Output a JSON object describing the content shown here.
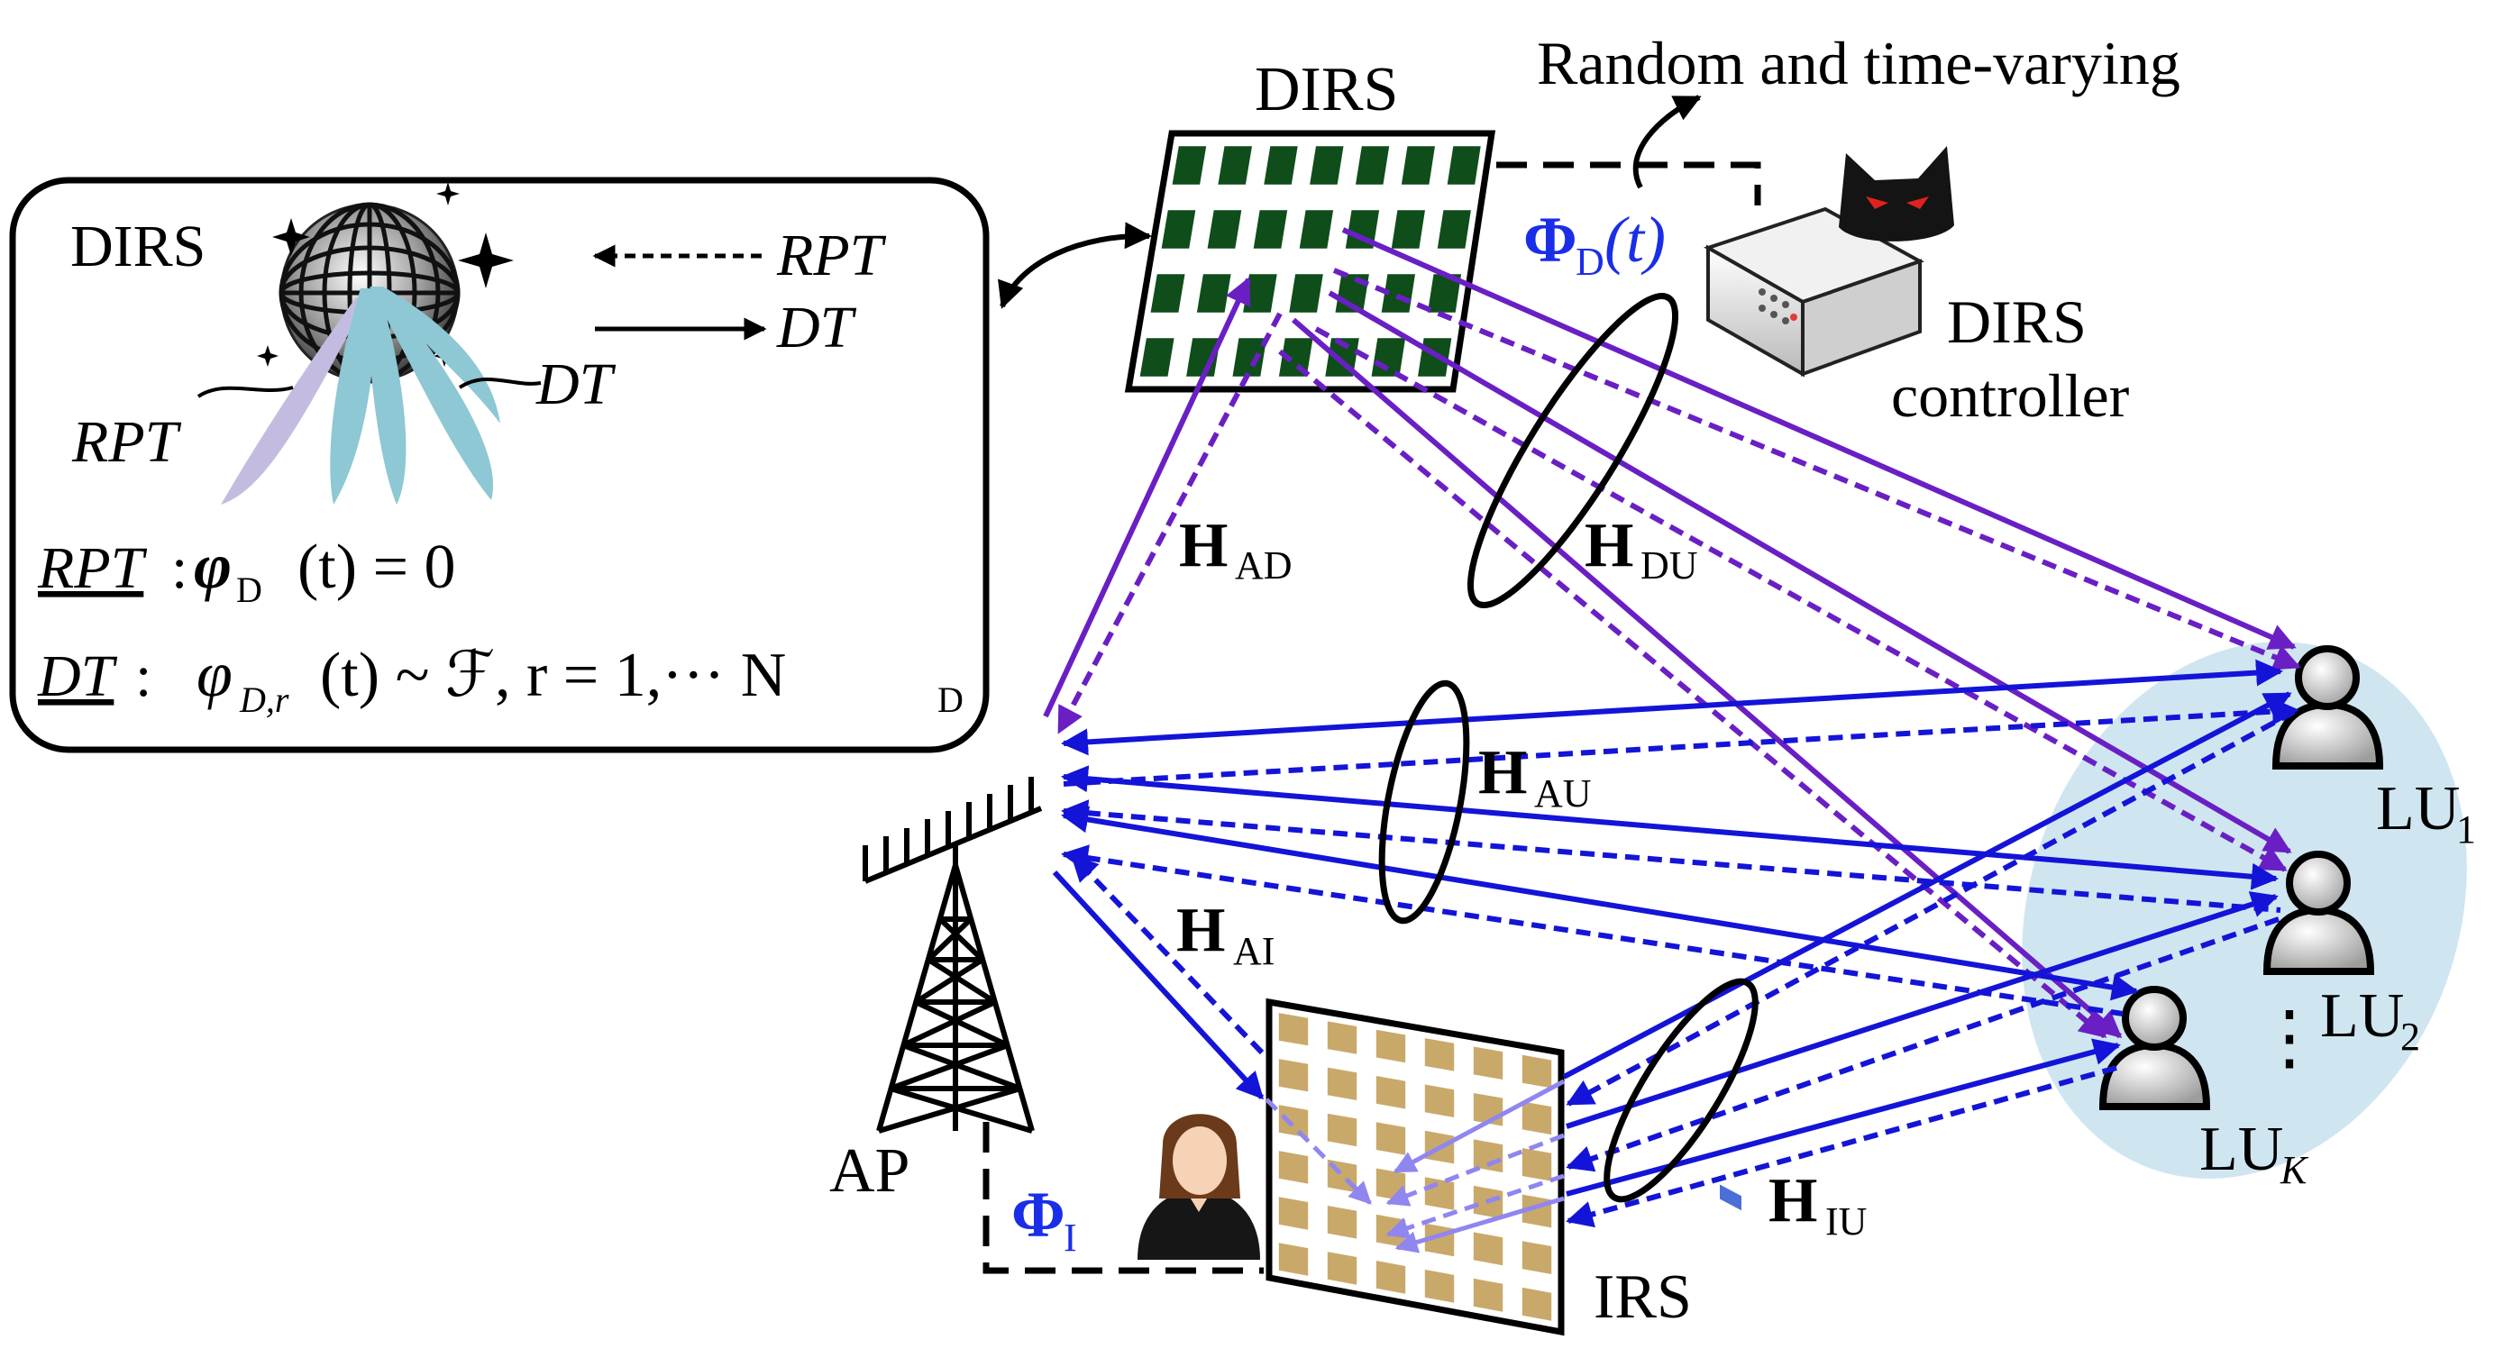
{
  "legend_box": {
    "dirs_label": "DIRS",
    "rpt_arrow_label": "RPT",
    "dt_arrow_label": "DT",
    "rpt_beam_label": "RPT",
    "dt_beam_label": "DT",
    "rpt_eq_name": "RPT",
    "rpt_eq_colon": ":",
    "rpt_eq_phi": "φ",
    "rpt_eq_sub": "D",
    "rpt_eq_rest": "(t) = 0",
    "dt_eq_name": "DT",
    "dt_eq_colon": ":",
    "dt_eq_phi": "φ",
    "dt_eq_sub": "D,r",
    "dt_eq_rest": "(t) ~ ℱ, r = 1,··· N",
    "dt_eq_tail_sub": "D"
  },
  "dirs": {
    "label": "DIRS",
    "random_note": "Random and time-varying",
    "phi_main": "Φ",
    "phi_sub": "D",
    "phi_tail": "(t)",
    "controller_line1": "DIRS",
    "controller_line2": "controller"
  },
  "channels": {
    "h": "H",
    "ad_sub": "AD",
    "du_sub": "DU",
    "au_sub": "AU",
    "ai_sub": "AI",
    "iu_sub": "IU"
  },
  "ap": {
    "label": "AP"
  },
  "irs": {
    "label": "IRS",
    "phi_main": "Φ",
    "phi_sub": "I"
  },
  "users": {
    "lu1_main": "LU",
    "lu1_sub": "1",
    "lu2_main": "LU",
    "lu2_sub": "2",
    "luk_main": "LU",
    "luk_sub": "K",
    "dots": "⋮"
  },
  "colors": {
    "blue_link": "#1414d8",
    "purple_link": "#6a1fc4",
    "dirs_element": "#0f4d1a",
    "irs_element": "#c9a96a",
    "user_region": "#cfe6f1",
    "phi_text": "#1a2ee8"
  }
}
